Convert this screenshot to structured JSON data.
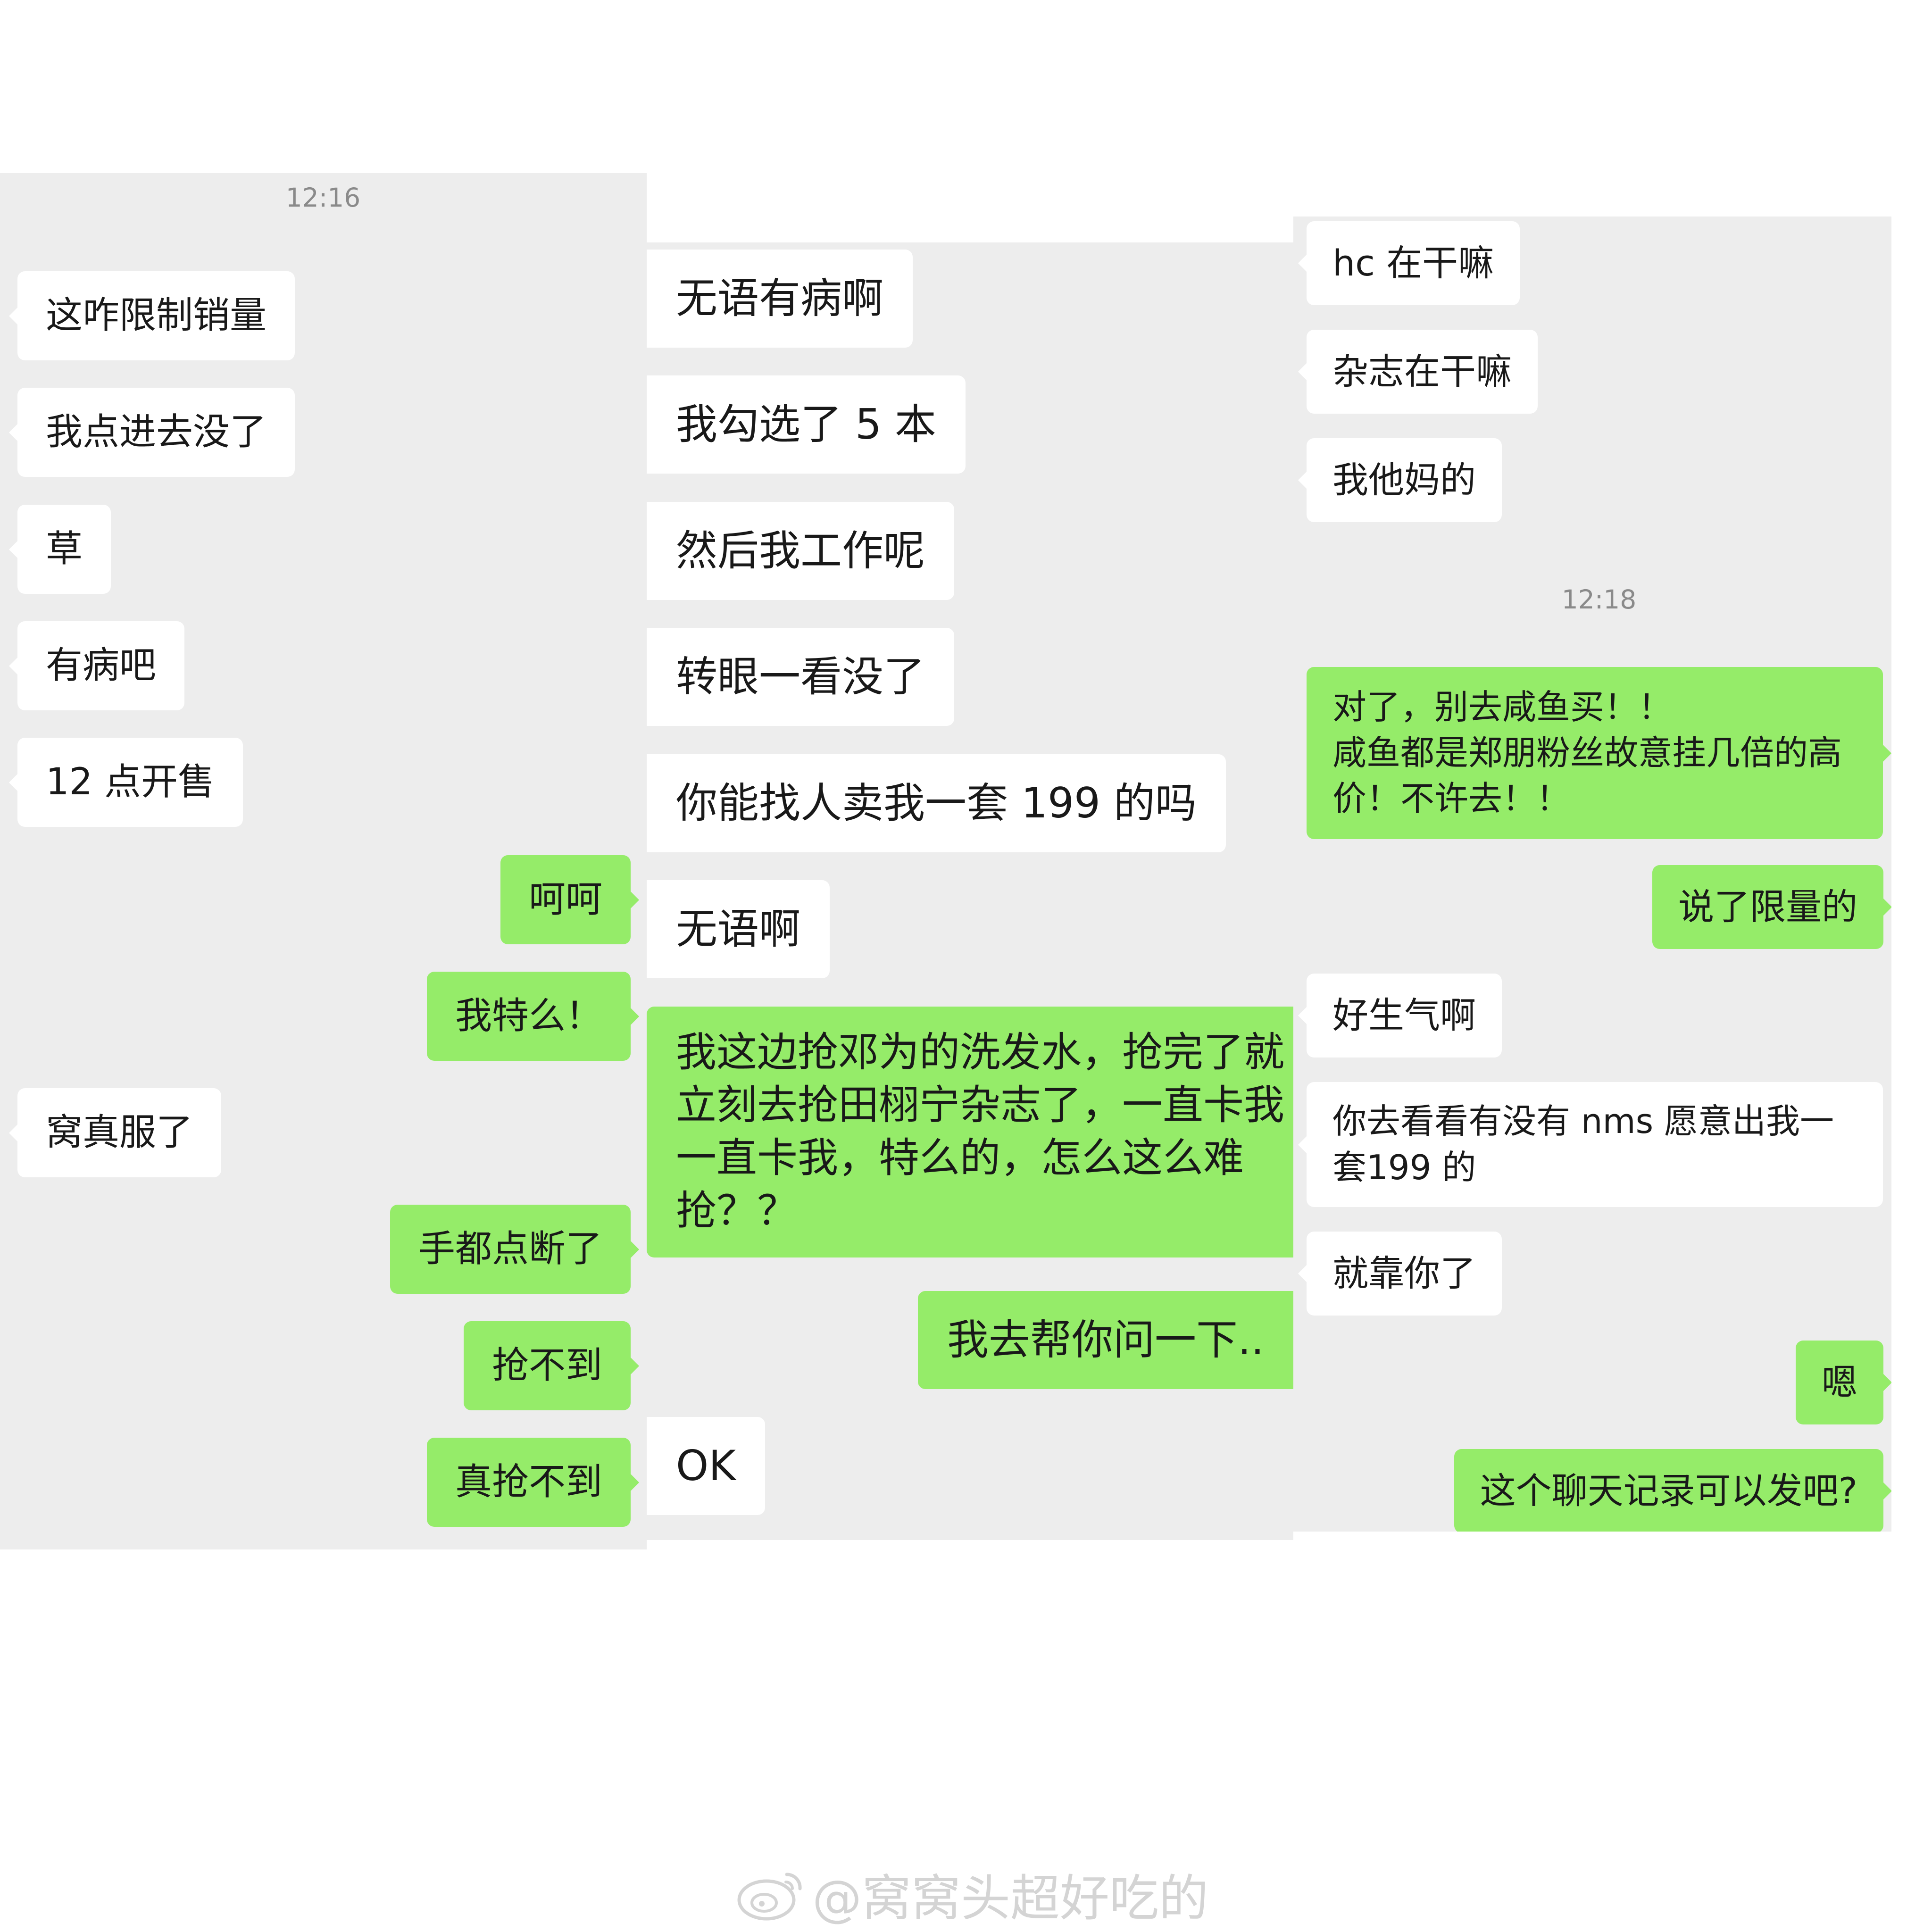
{
  "panel1": {
    "time": "12:16",
    "messages": [
      {
        "side": "in",
        "text": "这咋限制销量"
      },
      {
        "side": "in",
        "text": "我点进去没了"
      },
      {
        "side": "in",
        "text": "草"
      },
      {
        "side": "in",
        "text": "有病吧"
      },
      {
        "side": "in",
        "text": "12 点开售"
      },
      {
        "side": "out",
        "text": "呵呵"
      },
      {
        "side": "out",
        "text": "我特么！"
      },
      {
        "side": "in",
        "text": "窝真服了"
      },
      {
        "side": "out",
        "text": "手都点断了"
      },
      {
        "side": "out",
        "text": "抢不到"
      },
      {
        "side": "out",
        "text": "真抢不到"
      }
    ]
  },
  "panel2": {
    "messages": [
      {
        "side": "in",
        "text": "无语有病啊"
      },
      {
        "side": "in",
        "text": "我勾选了 5 本"
      },
      {
        "side": "in",
        "text": "然后我工作呢"
      },
      {
        "side": "in",
        "text": "转眼一看没了"
      },
      {
        "side": "in",
        "text": "你能找人卖我一套 199 的吗"
      },
      {
        "side": "in",
        "text": "无语啊"
      },
      {
        "side": "out",
        "text": "我这边抢邓为的洗发水，抢完了就立刻去抢田栩宁杂志了，一直卡我一直卡我，特么的，怎么这么难抢？？"
      },
      {
        "side": "out",
        "text": "我去帮你问一下.."
      },
      {
        "side": "in",
        "text": "OK"
      }
    ]
  },
  "panel3": {
    "time": "12:18",
    "messages": [
      {
        "side": "in",
        "text": "hc 在干嘛"
      },
      {
        "side": "in",
        "text": "杂志在干嘛"
      },
      {
        "side": "in",
        "text": "我他妈的"
      },
      {
        "side": "out",
        "text": "对了，别去咸鱼买！！\n咸鱼都是郑朋粉丝故意挂几倍的高价！不许去！！"
      },
      {
        "side": "out",
        "text": "说了限量的"
      },
      {
        "side": "in",
        "text": "好生气啊"
      },
      {
        "side": "in",
        "text": "你去看看有没有 nms 愿意出我一套199 的"
      },
      {
        "side": "in",
        "text": "就靠你了"
      },
      {
        "side": "out",
        "text": "嗯"
      },
      {
        "side": "out",
        "text": "这个聊天记录可以发吧?"
      }
    ]
  },
  "watermark": {
    "text": "@窝窝头超好吃的",
    "icon": "weibo-logo-icon"
  },
  "colors": {
    "background": "#ededed",
    "incoming_bubble": "#ffffff",
    "outgoing_bubble": "#95ec69",
    "timestamp": "#8a8a8a",
    "watermark": "#d4d4d4"
  }
}
